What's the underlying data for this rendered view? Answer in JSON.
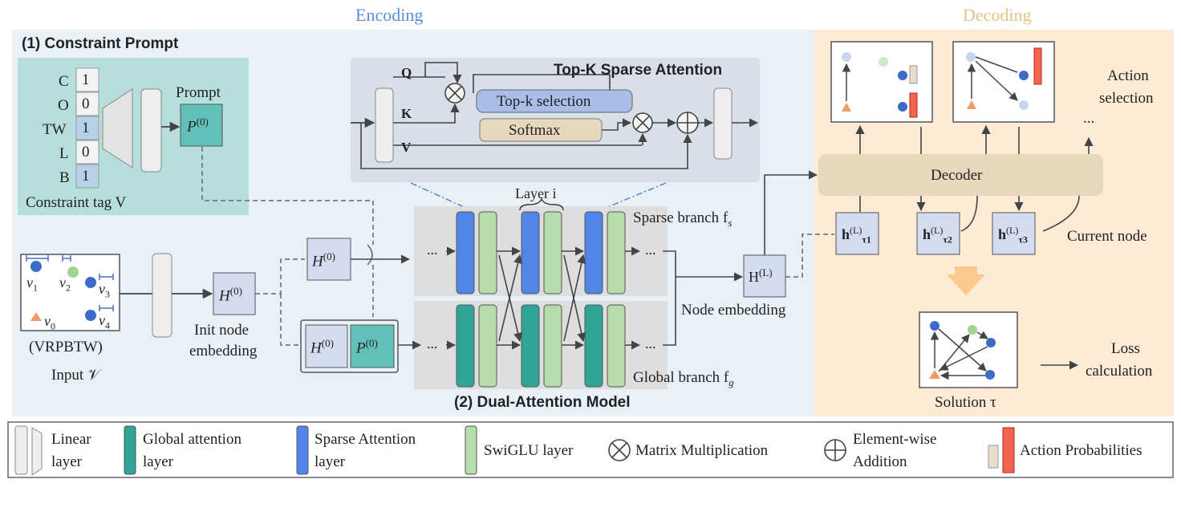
{
  "header": {
    "encoding": "Encoding",
    "decoding": "Decoding"
  },
  "constraint_prompt": {
    "title": "(1) Constraint Prompt",
    "tags": [
      {
        "name": "C",
        "value": "1"
      },
      {
        "name": "O",
        "value": "0"
      },
      {
        "name": "TW",
        "value": "1"
      },
      {
        "name": "L",
        "value": "0"
      },
      {
        "name": "B",
        "value": "1"
      }
    ],
    "prompt_label": "Prompt",
    "prompt_symbol": "P",
    "prompt_sup": "(0)",
    "tag_caption": "Constraint tag V"
  },
  "sparse_attention": {
    "title": "Top-K Sparse Attention",
    "q": "Q",
    "k": "K",
    "v": "V",
    "topk": "Top-k selection",
    "softmax": "Softmax"
  },
  "input": {
    "nodes": [
      {
        "label": "v1",
        "sub": "1"
      },
      {
        "label": "v2",
        "sub": "2"
      },
      {
        "label": "v3",
        "sub": "3"
      },
      {
        "label": "v0",
        "sub": "0"
      },
      {
        "label": "v4",
        "sub": "4"
      }
    ],
    "problem": "(VRPBTW)",
    "caption": "Input 𝒱"
  },
  "init_embedding": {
    "symbol": "H",
    "sup": "(0)",
    "caption_line1": "Init node",
    "caption_line2": "embedding"
  },
  "dual_model": {
    "title": "(2) Dual-Attention Model",
    "layer_label": "Layer i",
    "sparse_branch": "Sparse branch f",
    "sparse_sub": "s",
    "global_branch": "Global branch f",
    "global_sub": "g",
    "ellipsis": "..."
  },
  "node_embedding": {
    "symbol": "H",
    "sup": "(L)",
    "caption": "Node embedding"
  },
  "decoder": {
    "label": "Decoder",
    "hidden": [
      {
        "symbol": "h",
        "sup": "(L)",
        "sub": "τ1"
      },
      {
        "symbol": "h",
        "sup": "(L)",
        "sub": "τ2"
      },
      {
        "symbol": "h",
        "sup": "(L)",
        "sub": "τ3"
      }
    ],
    "action_selection_line1": "Action",
    "action_selection_line2": "selection",
    "current_node": "Current node",
    "ellipsis": "...",
    "solution": "Solution τ",
    "loss_line1": "Loss",
    "loss_line2": "calculation"
  },
  "legend": [
    {
      "icon": "linear-layer-icon",
      "line1": "Linear",
      "line2": "layer"
    },
    {
      "icon": "global-attention-icon",
      "line1": "Global attention",
      "line2": "layer"
    },
    {
      "icon": "sparse-attention-icon",
      "line1": "Sparse Attention",
      "line2": "layer"
    },
    {
      "icon": "swiglu-icon",
      "line1": "SwiGLU layer",
      "line2": ""
    },
    {
      "icon": "matrix-mult-icon",
      "line1": "Matrix Multiplication",
      "line2": ""
    },
    {
      "icon": "element-add-icon",
      "line1": "Element-wise",
      "line2": "Addition"
    },
    {
      "icon": "action-prob-icon",
      "line1": "Action Probabilities",
      "line2": ""
    }
  ],
  "colors": {
    "encoding_bg": "#e8f1f7",
    "decoding_bg": "#fdebd6",
    "prompt_bg": "#b6dedd",
    "sparse_attn_bg": "#d8dfe8",
    "global_layer": "#2fa497",
    "sparse_layer": "#4f86e8",
    "swiglu": "#b5dcaa",
    "prompt_box": "#63c0b8",
    "hidden_box": "#d4dcf0",
    "decoder": "#e6d8bd",
    "encoding_title": "#5b8dd9",
    "decoding_title": "#e2c488",
    "node_blue": "#3d6bc9",
    "node_green": "#9fd58f",
    "node_orange": "#f09a6a",
    "prob_red": "#f06450"
  }
}
